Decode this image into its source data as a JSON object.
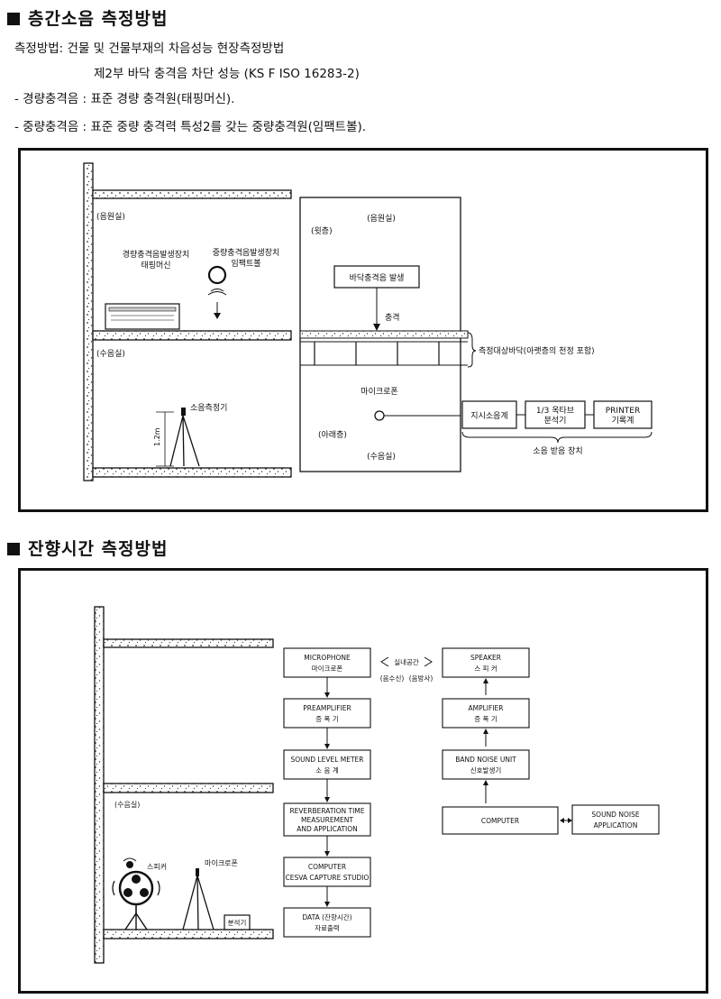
{
  "section1": {
    "heading": "층간소음 측정방법",
    "method_line1": "측정방법: 건물 및 건물부재의 차음성능 현장측정방법",
    "method_line2": "제2부 바닥 충격음 차단 성능 (KS F ISO 16283-2)",
    "bullet_light": "- 경량충격음 : 표준 경량 충격원(태핑머신).",
    "bullet_heavy": "- 중량충격음 : 표준 중량 충격력 특성2를 갖는 중량충격원(임팩트볼).",
    "left": {
      "upper_room": "(음원실)",
      "lower_room": "(수음실)",
      "tapping_label1": "경량충격음발생장치",
      "tapping_label2": "태핑머신",
      "ball_label1": "중량충격음발생장치",
      "ball_label2": "임팩트볼",
      "meter_label": "소음측정기",
      "height_label": "1.2m"
    },
    "right": {
      "source_room": "(음원실)",
      "upper_floor": "(윗층)",
      "impact_box": "바닥충격음 발생",
      "impact_label": "충격",
      "floor_label": "측정대상바닥(아랫층의 천정 포함)",
      "microphone": "마이크로폰",
      "lower_floor": "(아래층)",
      "receive_room": "(수음실)",
      "box_meter": "지시소음계",
      "box_analyzer1": "1/3 옥타브",
      "box_analyzer2": "분석기",
      "box_printer1": "PRINTER",
      "box_printer2": "기록계",
      "receiver_group": "소음 받음 장치"
    }
  },
  "section2": {
    "heading": "잔향시간 측정방법",
    "room_label": "(수음실)",
    "speaker_label": "스피커",
    "mic_label": "마이크로폰",
    "analyzer_label": "분석기",
    "space_label": "실내공간",
    "recv_label": "(음수신)",
    "emit_label": "(음방사)",
    "left_chain": [
      {
        "en": "MICROPHONE",
        "ko": "마이크로폰"
      },
      {
        "en": "PREAMPLIFIER",
        "ko": "증 폭 기"
      },
      {
        "en": "SOUND LEVEL METER",
        "ko": "소 음 계"
      },
      {
        "en": "REVERBERATION TIME",
        "en2": "MEASUREMENT",
        "en3": "AND APPLICATION"
      },
      {
        "en": "COMPUTER",
        "en2": "CESVA CAPTURE STUDIO"
      },
      {
        "en": "DATA (잔향시간)",
        "ko": "자료출력"
      }
    ],
    "right_chain": [
      {
        "en": "SPEAKER",
        "ko": "스 피 커"
      },
      {
        "en": "AMPLIFIER",
        "ko": "증 폭 기"
      },
      {
        "en": "BAND NOISE UNIT",
        "ko": "신호발생기"
      },
      {
        "en": "COMPUTER"
      }
    ],
    "side_box": {
      "en": "SOUND NOISE",
      "en2": "APPLICATION"
    }
  }
}
